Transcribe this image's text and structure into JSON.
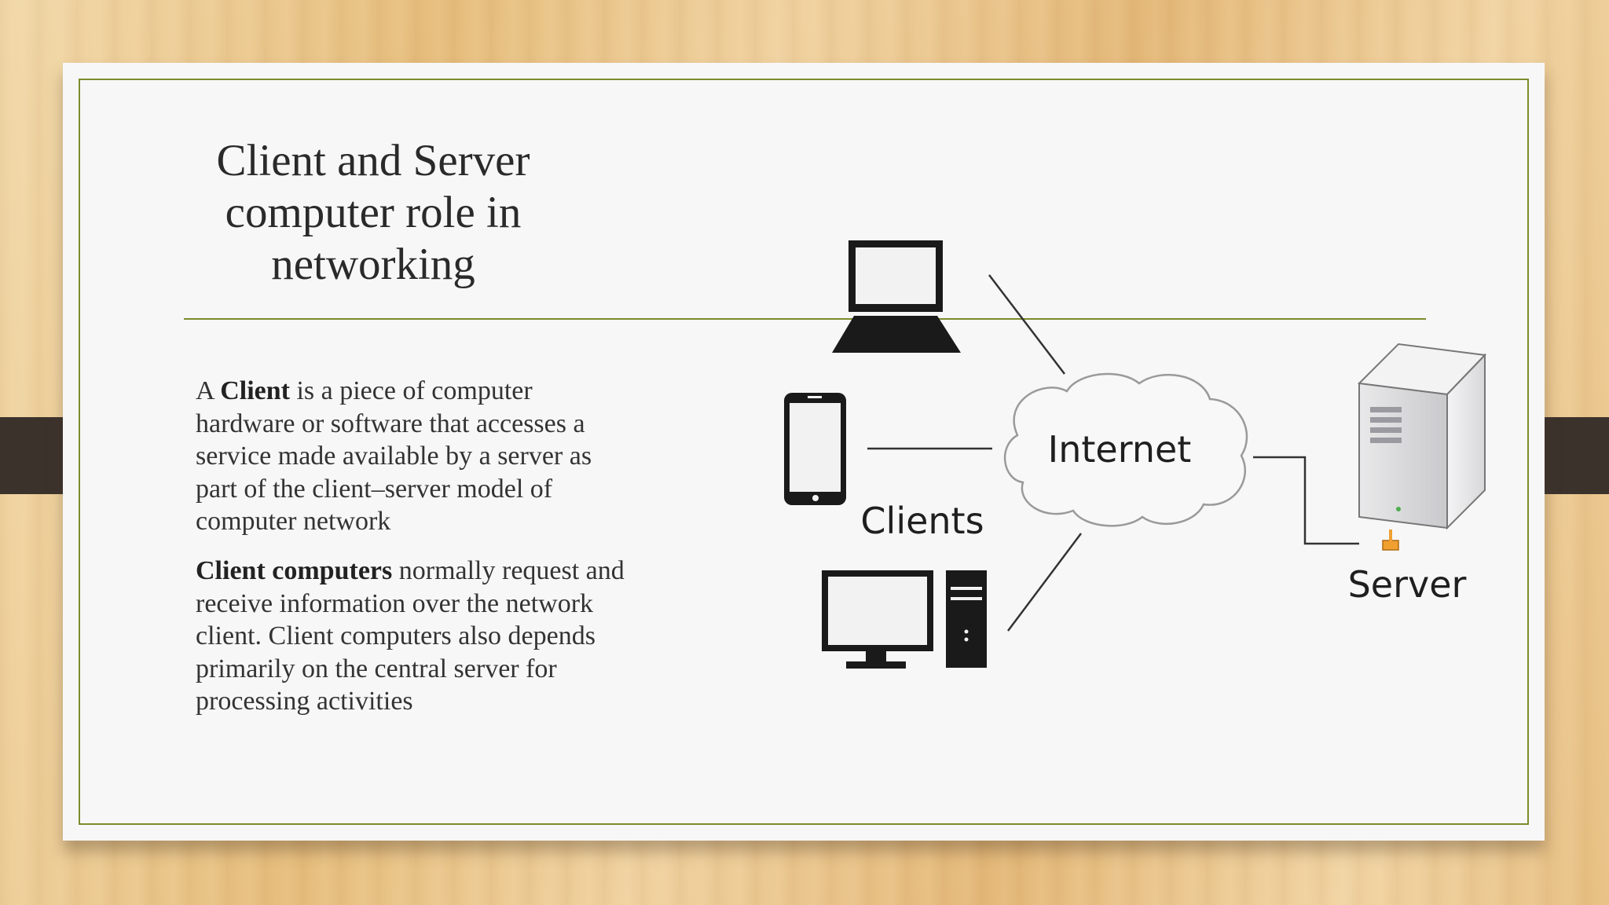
{
  "slide": {
    "title": "Client and Server computer role in networking",
    "paragraphs": [
      {
        "bold": "Client",
        "prefix": "A ",
        "rest": " is a piece of computer hardware or software that accesses a service made available by a server as part of the client–server model of computer network"
      },
      {
        "bold": "Client computers",
        "prefix": "",
        "rest": " normally request and receive information over the network client. Client computers also depends primarily on the central server for processing activities"
      }
    ]
  },
  "diagram": {
    "internet_label": "Internet",
    "clients_label": "Clients",
    "server_label": "Server",
    "icons": [
      "laptop-icon",
      "smartphone-icon",
      "desktop-computer-icon",
      "cloud-icon",
      "server-tower-icon"
    ]
  },
  "colors": {
    "accent": "#7d8b2b",
    "strap": "#3b322c",
    "slide_bg": "#f7f7f8"
  }
}
